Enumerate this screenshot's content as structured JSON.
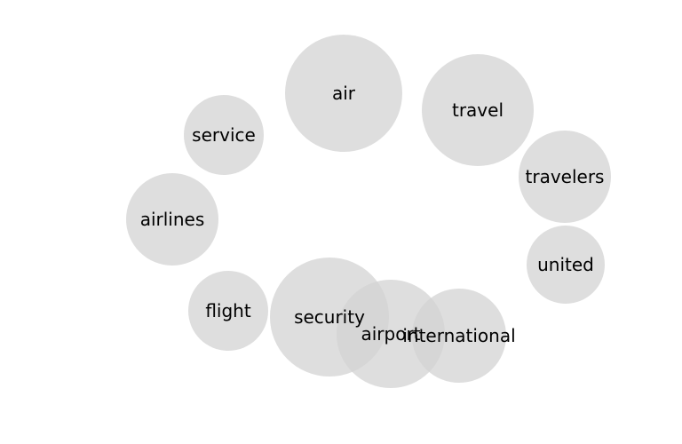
{
  "chart_data": {
    "type": "bubble",
    "color": "#d3d3d3",
    "opacity": 0.75,
    "legend": "none",
    "grid": false,
    "axes": "hidden",
    "bubbles": [
      {
        "label": "air",
        "size": 66
      },
      {
        "label": "travel",
        "size": 63
      },
      {
        "label": "security",
        "size": 67
      },
      {
        "label": "airport",
        "size": 61
      },
      {
        "label": "international",
        "size": 53
      },
      {
        "label": "airlines",
        "size": 52
      },
      {
        "label": "travelers",
        "size": 52
      },
      {
        "label": "flight",
        "size": 45
      },
      {
        "label": "service",
        "size": 45
      },
      {
        "label": "united",
        "size": 44
      }
    ]
  }
}
